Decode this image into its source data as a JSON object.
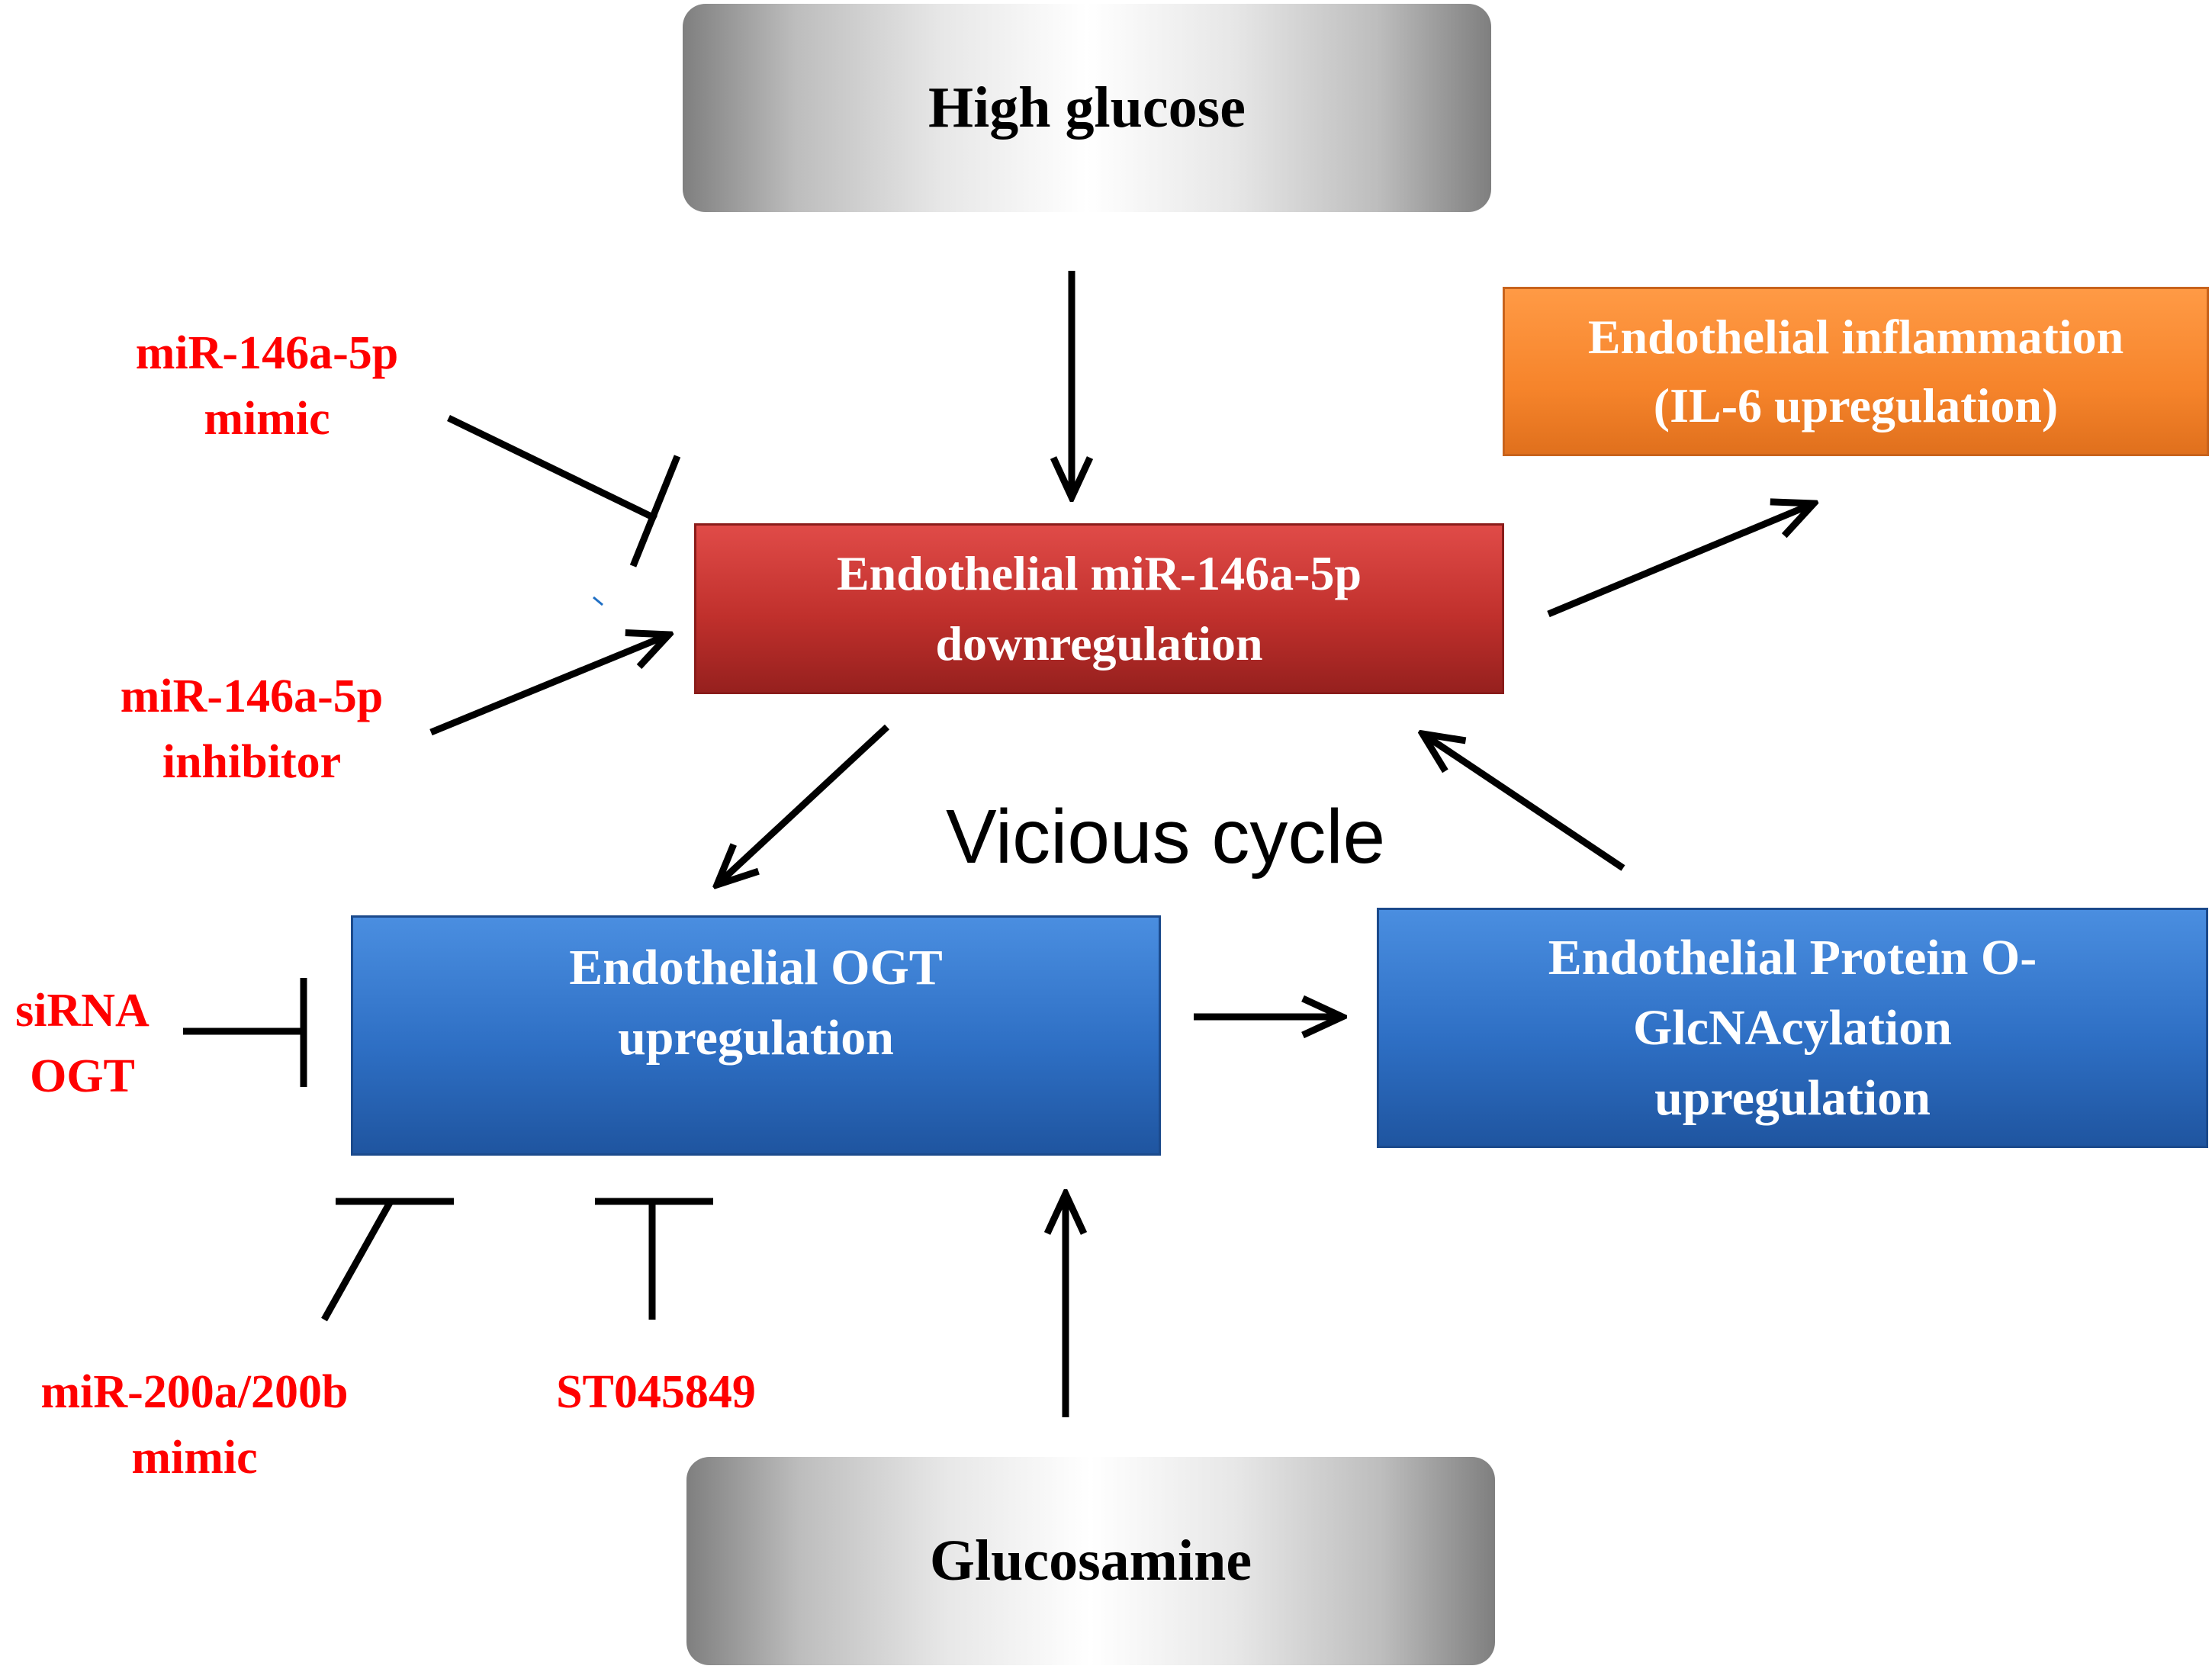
{
  "nodes": {
    "high_glucose": {
      "label": "High glucose"
    },
    "mir146_down": {
      "line1": "Endothelial miR-146a-5p",
      "line2": "downregulation"
    },
    "inflammation": {
      "line1": "Endothelial inflammation",
      "line2": "(IL-6 upregulation)"
    },
    "ogt_up": {
      "line1": "Endothelial OGT",
      "line2": "upregulation"
    },
    "glcnac_up": {
      "line1": "Endothelial Protein O-",
      "line2": "GlcNAcylation",
      "line3": "upregulation"
    },
    "glucosamine": {
      "label": "Glucosamine"
    }
  },
  "modulators": {
    "mir146_mimic": {
      "line1": "miR-146a-5p",
      "line2": "mimic"
    },
    "mir146_inhibitor": {
      "line1": "miR-146a-5p",
      "line2": "inhibitor"
    },
    "sirna_ogt": {
      "line1": "siRNA",
      "line2": "OGT"
    },
    "mir200_mimic": {
      "line1": "miR-200a/200b",
      "line2": "mimic"
    },
    "st045849": {
      "label": "ST045849"
    }
  },
  "cycle_label": "Vicious cycle",
  "colors": {
    "red_box": "#c0302c",
    "blue_box": "#2e6fc4",
    "orange_box": "#f6842b",
    "modulator_text": "#ff0000",
    "arrow": "#000000"
  },
  "edges": [
    {
      "from": "high_glucose",
      "to": "mir146_down",
      "type": "activation"
    },
    {
      "from": "mir146_mimic",
      "to": "mir146_down",
      "type": "inhibition"
    },
    {
      "from": "mir146_inhibitor",
      "to": "mir146_down",
      "type": "activation"
    },
    {
      "from": "mir146_down",
      "to": "inflammation",
      "type": "activation"
    },
    {
      "from": "mir146_down",
      "to": "ogt_up",
      "type": "activation"
    },
    {
      "from": "glcnac_up",
      "to": "mir146_down",
      "type": "activation"
    },
    {
      "from": "ogt_up",
      "to": "glcnac_up",
      "type": "activation"
    },
    {
      "from": "sirna_ogt",
      "to": "ogt_up",
      "type": "inhibition"
    },
    {
      "from": "mir200_mimic",
      "to": "ogt_up",
      "type": "inhibition"
    },
    {
      "from": "st045849",
      "to": "ogt_up",
      "type": "inhibition"
    },
    {
      "from": "glucosamine",
      "to": "ogt_up",
      "type": "activation"
    }
  ]
}
